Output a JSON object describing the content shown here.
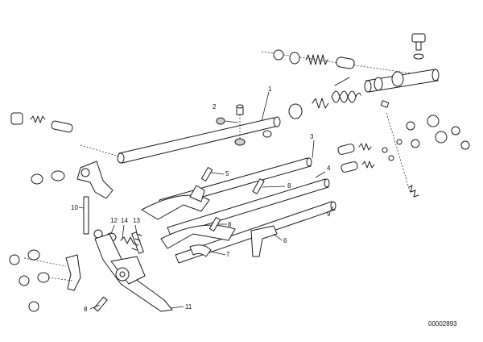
{
  "diagram": {
    "callouts": [
      {
        "id": "c1",
        "text": "1"
      },
      {
        "id": "c2",
        "text": "2"
      },
      {
        "id": "c3",
        "text": "3"
      },
      {
        "id": "c4",
        "text": "4"
      },
      {
        "id": "c5",
        "text": "5"
      },
      {
        "id": "c6",
        "text": "6"
      },
      {
        "id": "c7",
        "text": "7"
      },
      {
        "id": "c8a",
        "text": "8"
      },
      {
        "id": "c8b",
        "text": "8"
      },
      {
        "id": "c8c",
        "text": "8"
      },
      {
        "id": "c9",
        "text": "9"
      },
      {
        "id": "c10",
        "text": "10"
      },
      {
        "id": "c11",
        "text": "11"
      },
      {
        "id": "c12",
        "text": "12"
      },
      {
        "id": "c13",
        "text": "13"
      },
      {
        "id": "c14",
        "text": "14"
      }
    ],
    "drawing_code": "00002893"
  }
}
